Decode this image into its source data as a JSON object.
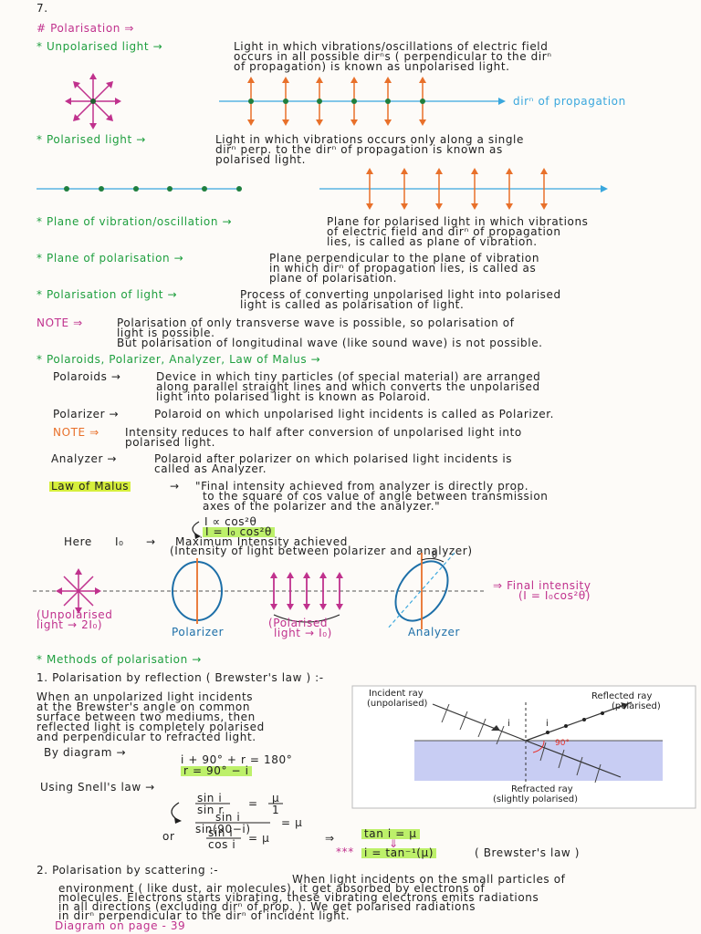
{
  "page_no": "7.",
  "heading": "# Polarisation ⇒",
  "unpol": {
    "term": "* Unpolarised light →",
    "def": [
      "Light in which vibrations/oscillations of electric field",
      "occurs in all possible dirⁿs ( perpendicular to the dirⁿ",
      "of propagation) is known as unpolarised light."
    ],
    "dir_label": "dirⁿ of propagation"
  },
  "pol": {
    "term": "* Polarised light →",
    "def": [
      "Light in which vibrations occurs only along a single",
      "dirⁿ perp. to the dirⁿ of propagation is known as",
      "polarised light."
    ]
  },
  "plane_vib": {
    "term": "* Plane of vibration/oscillation →",
    "def": [
      "Plane for polarised light in which vibrations",
      "of electric field and dirⁿ of propagation",
      "lies, is called as plane of vibration."
    ]
  },
  "plane_pol": {
    "term": "* Plane of polarisation →",
    "def": [
      "Plane perpendicular to the plane of vibration",
      "in which dirⁿ of propagation lies, is called as",
      "plane of polarisation."
    ]
  },
  "pol_light": {
    "term": "* Polarisation of light →",
    "def": [
      "Process of converting unpolarised light into polarised",
      "light is called as polarisation of light."
    ]
  },
  "note1": {
    "label": "NOTE ⇒",
    "lines": [
      "Polarisation of only transverse wave is possible, so polarisation of",
      "light is possible.",
      "But polarisation of longitudinal wave (like sound wave) is not possible."
    ]
  },
  "section2": "* Polaroids, Polarizer, Analyzer, Law of Malus →",
  "polaroids": {
    "term": "Polaroids →",
    "def": [
      "Device in which tiny particles (of special material) are arranged",
      "along parallel straight lines and which converts the unpolarised",
      "light into polarised light is known as Polaroid."
    ]
  },
  "polarizer": {
    "term": "Polarizer →",
    "def": [
      "Polaroid on which unpolarised light incidents is called as Polarizer."
    ]
  },
  "note2": {
    "label": "NOTE ⇒",
    "lines": [
      "Intensity reduces to half after conversion of unpolarised light into",
      "polarised light."
    ]
  },
  "analyzer": {
    "term": "Analyzer →",
    "def": [
      "Polaroid after polarizer on which polarised light incidents is",
      "called as Analyzer."
    ]
  },
  "malus": {
    "term": "Law of Malus",
    "arrow": "→",
    "def": [
      "\"Final intensity achieved from analyzer is directly prop.",
      "to the square of cos value of angle between transmission",
      "axes of the polarizer and the analyzer.\""
    ],
    "prop": "I ∝ cos²θ",
    "formula": "I = I₀ cos²θ",
    "here": "Here",
    "i0": "I₀",
    "i0_arrow": "→",
    "i0_def": [
      "Maximum Intensity achieved",
      "(Intensity of light between polarizer and analyzer)"
    ]
  },
  "malus_diagram": {
    "unpol_label": [
      "(Unpolarised",
      "light → 2I₀)"
    ],
    "polarizer": "Polarizer",
    "pol_label": [
      "(Polarised",
      "light → I₀)"
    ],
    "analyzer": "Analyzer",
    "theta": "θ",
    "final": [
      "⇒ Final intensity",
      "(I = I₀cos²θ)"
    ]
  },
  "methods": {
    "title": "* Methods of polarisation →",
    "m1_title": "1. Polarisation by reflection ( Brewster's law ) :-",
    "m1_text": [
      "When an unpolarized light incidents",
      "at the Brewster's angle on common",
      "surface between two mediums, then",
      "reflected light is completely polarised",
      "and perpendicular to refracted light."
    ],
    "by_diagram": "By diagram →",
    "eq1": "i + 90° + r = 180°",
    "eq2": "r = 90° − i",
    "snell": "Using Snell's law →",
    "s1_num": "sin i",
    "s1_den": "sin r",
    "s1_rhs_num": "μ",
    "s1_rhs_den": "1",
    "s2_num": "sin i",
    "s2_den": "sin(90−i)",
    "s2_rhs": "= μ",
    "or": "or",
    "s3_num": "sin i",
    "s3_den": "cos i",
    "s3_rhs": "= μ",
    "tan": "tan i = μ",
    "stars": "***",
    "brewster": "i = tan⁻¹(μ)",
    "brewster_label": "( Brewster's law )",
    "fig_incident": [
      "Incident ray",
      "(unpolarised)"
    ],
    "fig_reflected": [
      "Reflected ray",
      "(polarised)"
    ],
    "fig_refracted": [
      "Refracted ray",
      "(slightly polarised)"
    ],
    "fig_i": "i",
    "fig_90": "90°",
    "m2_title": "2. Polarisation by scattering :-",
    "m2_text": [
      "When light incidents on the small particles of",
      "environment ( like dust, air molecules), it get absorbed by electrons of",
      "molecules. Electrons starts vibrating, these vibrating electrons emits radiations",
      "in all directions (excluding dirⁿ of prop.    ). We get polarised radiations",
      "in dirⁿ perpendicular to the dirⁿ of incident light."
    ],
    "page_ref": "Diagram on page - 39"
  },
  "colors": {
    "green": "#1f9f3f",
    "pink": "#c0318d",
    "orange": "#e8702a",
    "blue": "#3aa7dd",
    "highlight": "#d6ef3c"
  }
}
